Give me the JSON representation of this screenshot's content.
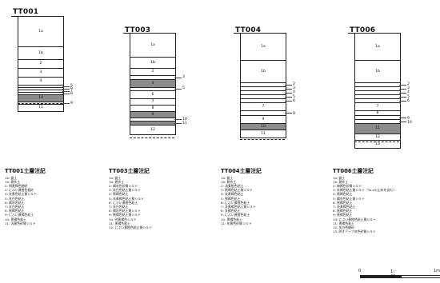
{
  "logs": [
    {
      "title": "TT001",
      "notes_title": "TT001土層注記",
      "layers": [
        {
          "label": "1a",
          "fill": false
        },
        {
          "label": "1b",
          "fill": false
        },
        {
          "label": "2",
          "fill": false
        },
        {
          "label": "3",
          "fill": false
        },
        {
          "label": "4",
          "fill": false
        },
        {
          "label": "",
          "side": "5",
          "fill": false
        },
        {
          "label": "",
          "side": "6",
          "fill": false
        },
        {
          "label": "",
          "side": "7",
          "fill": false
        },
        {
          "label": "",
          "side": "8",
          "fill": false
        },
        {
          "label": "10",
          "fill": true
        },
        {
          "label": "",
          "side": "9",
          "fill": false
        },
        {
          "label": "11",
          "fill": false
        }
      ],
      "notes": [
        "1a: 盛土",
        "1b: 耕作土",
        "2: 明黄褐色細砂",
        "3: にぶい黄橙色粗砂",
        "4: 灰黄色粘土質シルト",
        "5: 灰白色粘土",
        "6: 褐灰色粘土",
        "7: 灰白色粘土",
        "8: 黒褐色粘土",
        "9: にぶい黄褐色粘土",
        "10: 黒褐色粘土",
        "11: 浅黄色砂質シルト"
      ]
    },
    {
      "title": "TT003",
      "notes_title": "TT003土層注記",
      "layers": [
        {
          "label": "1a",
          "fill": false
        },
        {
          "label": "1b",
          "fill": false
        },
        {
          "label": "2",
          "fill": false
        },
        {
          "label": "",
          "side": "3",
          "fill": false
        },
        {
          "label": "4",
          "fill": true
        },
        {
          "label": "",
          "side": "5",
          "fill": false
        },
        {
          "label": "6",
          "fill": false
        },
        {
          "label": "7",
          "fill": false
        },
        {
          "label": "8",
          "fill": false
        },
        {
          "label": "9",
          "fill": true
        },
        {
          "label": "",
          "side": "10",
          "fill": false
        },
        {
          "label": "",
          "side": "11",
          "fill": true
        },
        {
          "label": "12",
          "fill": false
        }
      ],
      "notes": [
        "1a: 盛土",
        "1b: 耕作土",
        "2: 褐灰色砂質シルト",
        "3: 灰白色粘土質シルト",
        "4: 黒褐色粘土",
        "5: 灰黄褐色粘土質シルト",
        "6: にぶい黄橙色粘土",
        "7: 灰白色粘土",
        "8: 褐灰色粘土質シルト",
        "9: 黒褐色粘土質シルト",
        "10: 明黄褐色シルト",
        "11: 黒褐色粘土",
        "12: にぶい黄橙色粘土質シルト"
      ]
    },
    {
      "title": "TT004",
      "notes_title": "TT004土層注記",
      "layers": [
        {
          "label": "1a",
          "fill": false
        },
        {
          "label": "1b",
          "fill": false
        },
        {
          "label": "",
          "side": "2",
          "fill": false
        },
        {
          "label": "",
          "side": "3",
          "fill": false
        },
        {
          "label": "",
          "side": "4",
          "fill": false
        },
        {
          "label": "",
          "side": "5",
          "fill": false
        },
        {
          "label": "",
          "side": "6",
          "fill": false
        },
        {
          "label": "7",
          "fill": false
        },
        {
          "label": "",
          "side": "8",
          "fill": false
        },
        {
          "label": "9",
          "fill": false
        },
        {
          "label": "10",
          "fill": true
        },
        {
          "label": "11",
          "fill": false
        }
      ],
      "notes": [
        "1a: 盛土",
        "1b: 耕作土",
        "2: 浅黄橙色粘土",
        "3: 黒褐色粘土質シルト",
        "4: 灰黄褐色粘土",
        "5: 黒褐色粘土",
        "6: にぶい黄橙色粘土",
        "7: 灰黄褐色粘土質シルト",
        "8: 灰褐色粘土",
        "9: にぶい黄橙色粘土",
        "10: 黒褐色粘土",
        "11: 灰黄色砂質シルト"
      ]
    },
    {
      "title": "TT006",
      "notes_title": "TT006土層注記",
      "layers": [
        {
          "label": "1a",
          "fill": false
        },
        {
          "label": "1b",
          "fill": false
        },
        {
          "label": "",
          "side": "2",
          "fill": false
        },
        {
          "label": "",
          "side": "3",
          "fill": false
        },
        {
          "label": "",
          "side": "4",
          "fill": false
        },
        {
          "label": "",
          "side": "5",
          "fill": false
        },
        {
          "label": "",
          "side": "6",
          "fill": false
        },
        {
          "label": "7",
          "fill": false
        },
        {
          "label": "8",
          "fill": false
        },
        {
          "label": "",
          "side": "9",
          "fill": false
        },
        {
          "label": "",
          "side": "10",
          "fill": false
        },
        {
          "label": "11",
          "fill": true
        },
        {
          "label": "12",
          "fill": false
        },
        {
          "label": "13",
          "fill": false
        }
      ],
      "notes": [
        "1a: 盛土",
        "1b: 耕作土",
        "2: 暗褐色砂質シルト",
        "3: 灰褐色粘土質シルト（To-a火山灰を含む）",
        "4: 黒褐色粘土",
        "5: 褐灰色粘土質シルト",
        "6: 黒褐色粘土",
        "7: 灰黄褐色粘土",
        "8: 黒褐色粘土",
        "9: 黒褐色粘土",
        "10: にぶい黄橙色粘土質シルト",
        "11: 黒褐色粘土",
        "12: 灰白色細砂",
        "13: 明オリーブ灰色砂質シルト"
      ]
    }
  ],
  "scale": {
    "start": "0",
    "ratio": "1：40",
    "end": "1m"
  }
}
